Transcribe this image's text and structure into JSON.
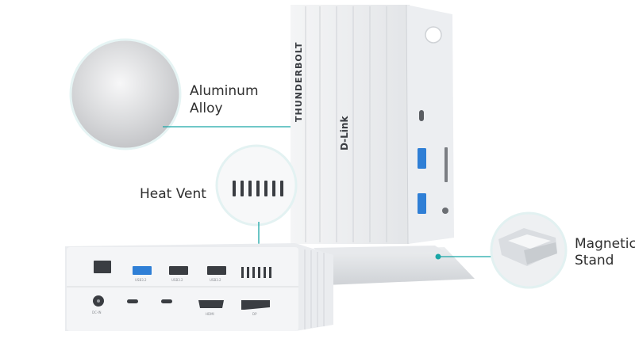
{
  "callouts": {
    "aluminum": {
      "line1": "Aluminum",
      "line2": "Alloy"
    },
    "heat_vent": {
      "label": "Heat Vent"
    },
    "magnetic": {
      "line1": "Magnetic",
      "line2": "Stand"
    }
  },
  "branding": {
    "thunderbolt": "THUNDERBOLT",
    "dlink": "D-Link"
  },
  "port_labels": {
    "usb_c": "USB3.2",
    "usb_a1": "USB3.2",
    "usb_a2": "USB3.2",
    "dc_in": "DC-IN",
    "hdmi": "HDMI",
    "dp": "DP"
  },
  "colors": {
    "accent": "#1aa6a6",
    "usb_blue": "#2f7fd6",
    "body": "#f2f3f5"
  }
}
